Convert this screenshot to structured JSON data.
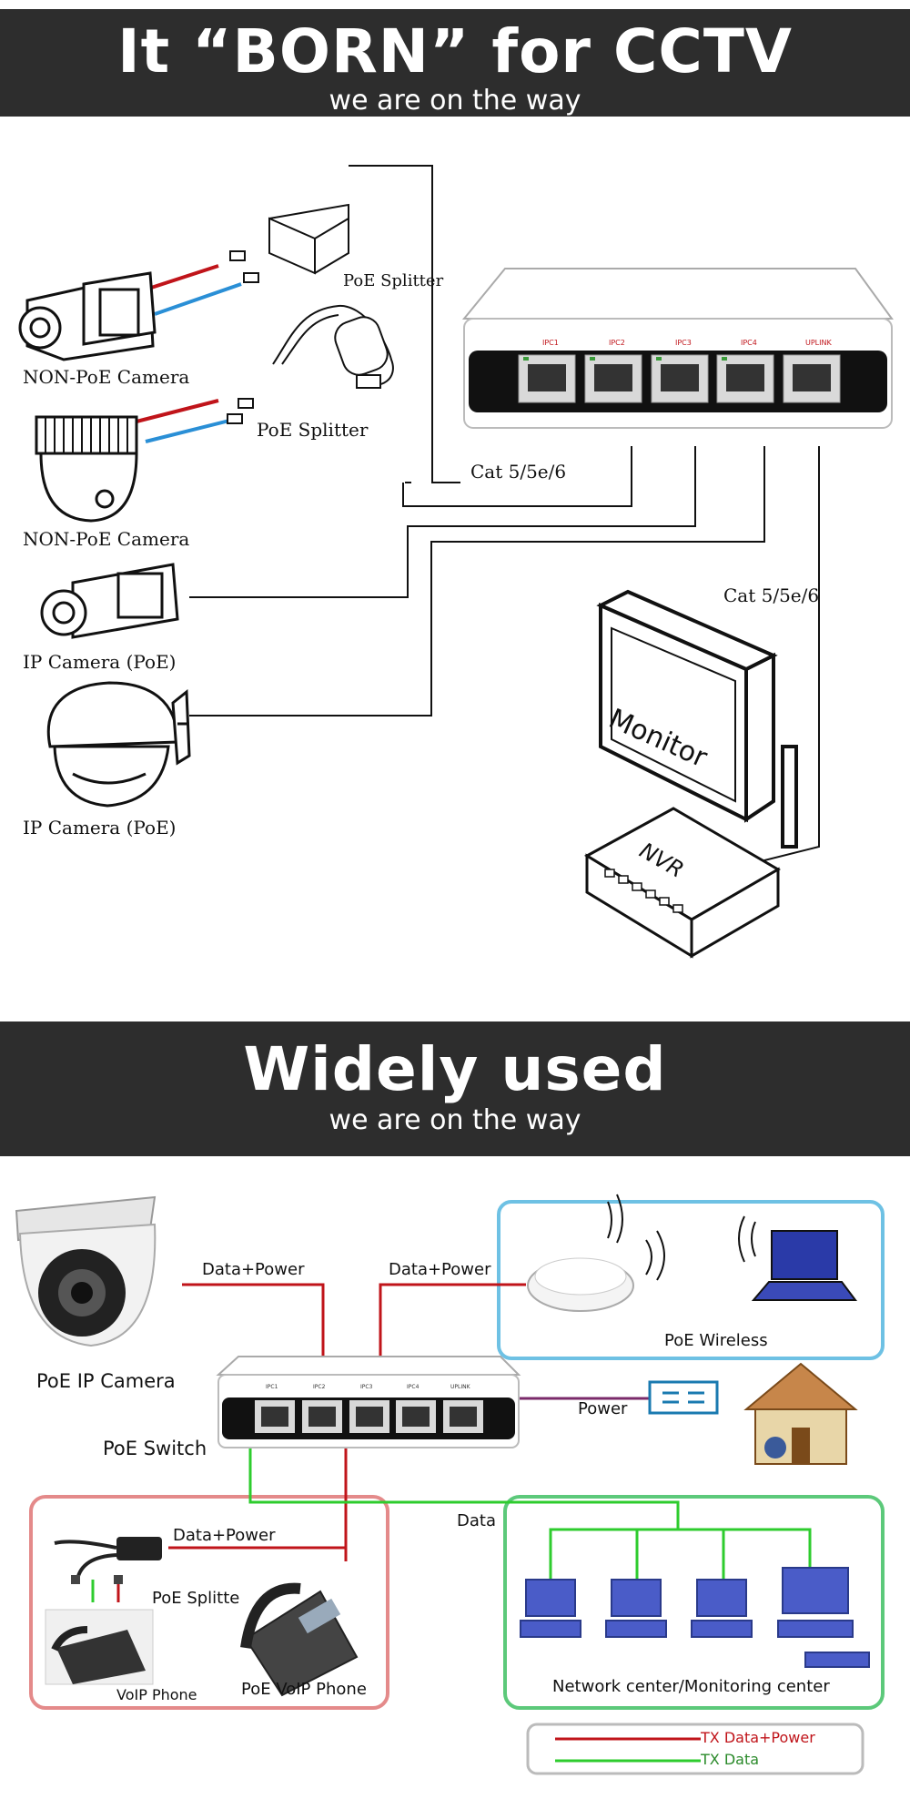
{
  "banner1": {
    "title": "It “BORN”  for CCTV",
    "subtitle": "we are on the way"
  },
  "banner2": {
    "title": "Widely used",
    "subtitle": "we are on the way"
  },
  "cctv": {
    "poe_splitter_1": "PoE Splitter",
    "poe_splitter_2": "PoE Splitter",
    "non_poe_camera_1": "NON-PoE Camera",
    "non_poe_camera_2": "NON-PoE Camera",
    "ip_camera_1": "IP Camera (PoE)",
    "ip_camera_2": "IP Camera (PoE)",
    "cable_1": "Cat 5/5e/6",
    "cable_2": "Cat 5/5e/6",
    "monitor": "Monitor",
    "nvr": "NVR",
    "switch_ports": [
      "IPC1",
      "IPC2",
      "IPC3",
      "IPC4",
      "UPLINK"
    ]
  },
  "usage": {
    "data_power_1": "Data+Power",
    "data_power_2": "Data+Power",
    "data_power_3": "Data+Power",
    "poe_ip_camera": "PoE IP Camera",
    "poe_switch": "PoE Switch",
    "poe_wireless": "PoE Wireless",
    "power": "Power",
    "data": "Data",
    "poe_splitter": "PoE  Splitte",
    "voip_phone": "VoIP Phone",
    "poe_voip_phone": "PoE VoIP Phone",
    "network_center": "Network center/Monitoring center",
    "legend_red": "TX Data+Power",
    "legend_green": "TX Data",
    "switch_ports": [
      "IPC1",
      "IPC2",
      "IPC3",
      "IPC4",
      "UPLINK"
    ]
  },
  "colors": {
    "banner": "#2d2d2d",
    "red_line": "#c0141a",
    "green_line": "#2ecc2e",
    "blue_line": "#2a8fd6",
    "wireless_box": "#6ec1e4",
    "phone_box": "#e48a8a",
    "network_box": "#5cc97a",
    "purple_line": "#7a2a6a"
  }
}
